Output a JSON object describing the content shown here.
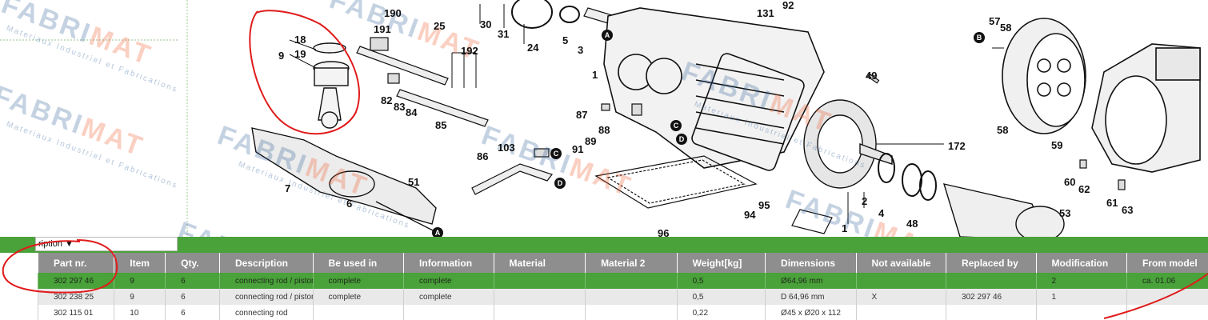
{
  "diagram": {
    "callouts": [
      "18",
      "19",
      "9",
      "190",
      "191",
      "192",
      "25",
      "30",
      "31",
      "24",
      "5",
      "3",
      "1",
      "131",
      "92",
      "57",
      "58",
      "82",
      "83",
      "84",
      "85",
      "87",
      "88",
      "89",
      "91",
      "86",
      "103",
      "7",
      "51",
      "6",
      "49",
      "172",
      "2",
      "4",
      "48",
      "95",
      "94",
      "96",
      "1",
      "59",
      "60",
      "62",
      "61",
      "63",
      "53",
      "58"
    ],
    "markers": [
      "A",
      "B",
      "C",
      "D",
      "C",
      "D",
      "A"
    ]
  },
  "watermark": {
    "brand_part1": "FABRI",
    "brand_part2": "MAT",
    "tagline": "Materiaux Industriel et Fabrications",
    "brand_color": "#2f5f99",
    "accent_color": "#f05a28"
  },
  "select": {
    "value": "ription ▼"
  },
  "table": {
    "columns": [
      "Part nr.",
      "Item",
      "Qty.",
      "Description",
      "Be used in",
      "Information",
      "Material",
      "Material 2",
      "Weight[kg]",
      "Dimensions",
      "Not available",
      "Replaced by",
      "Modification",
      "From model"
    ],
    "rows": [
      [
        "302 297 46",
        "9",
        "6",
        "connecting rod / piston",
        "complete",
        "complete",
        "",
        "",
        "0,5",
        "Ø64,96 mm",
        "",
        "",
        "2",
        "ca. 01.06"
      ],
      [
        "302 238 25",
        "9",
        "6",
        "connecting rod / piston",
        "complete",
        "complete",
        "",
        "",
        "0,5",
        "D 64,96 mm",
        "X",
        "302 297 46",
        "1",
        ""
      ],
      [
        "302 115 01",
        "10",
        "6",
        "connecting rod",
        "",
        "",
        "",
        "",
        "0,22",
        "Ø45 x Ø20 x 112",
        "",
        "",
        "",
        ""
      ]
    ]
  },
  "colors": {
    "selected_row": "#4aa23a",
    "header": "#8e8e8e",
    "annotation": "#e01b1b"
  }
}
